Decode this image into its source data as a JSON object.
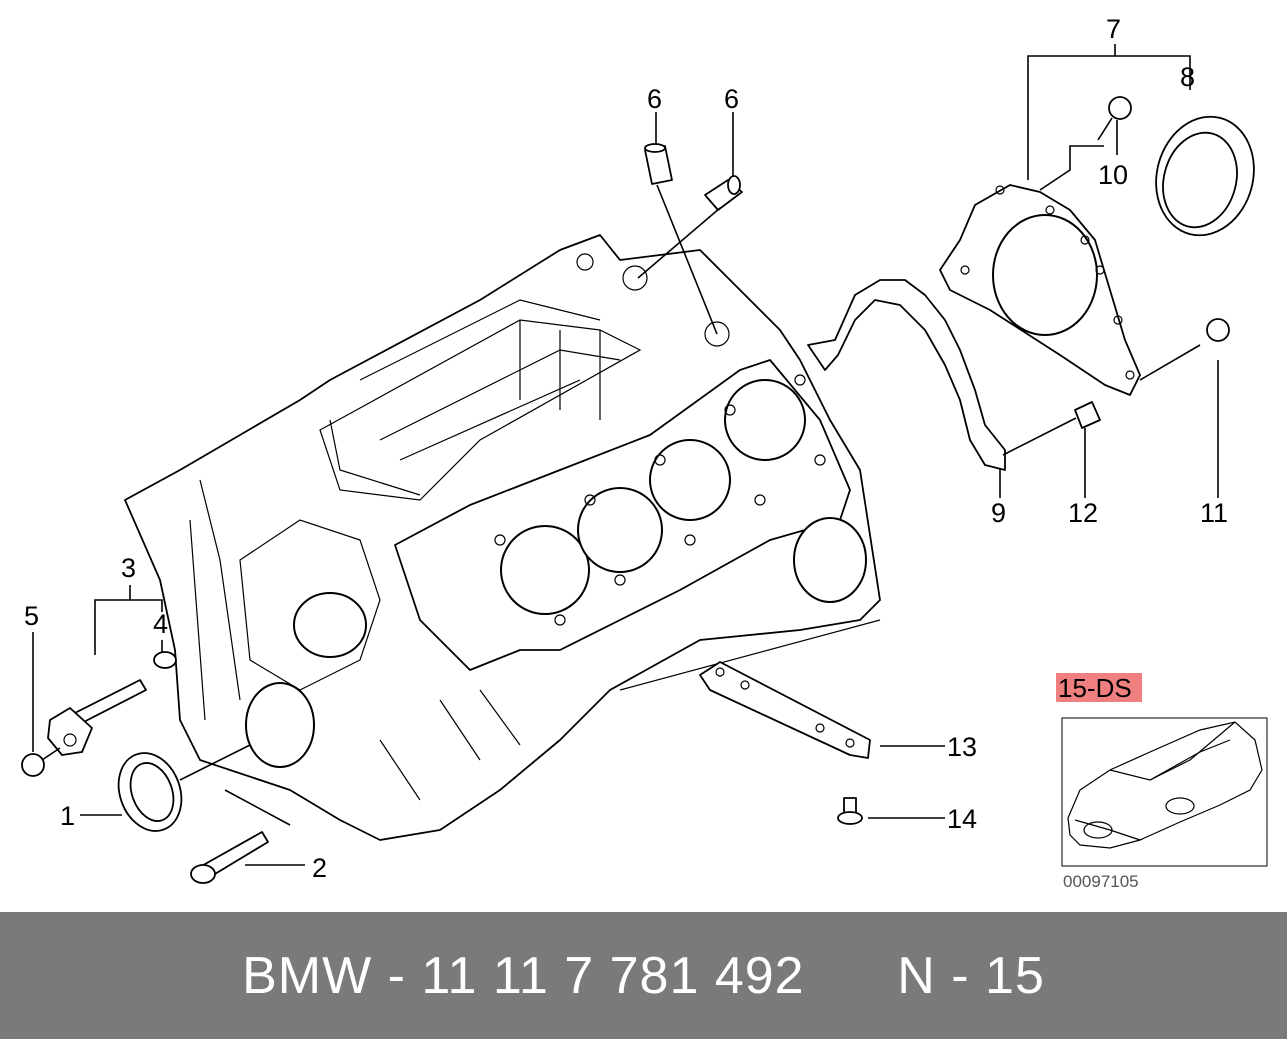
{
  "callouts": {
    "c1": "1",
    "c2": "2",
    "c3": "3",
    "c4": "4",
    "c5": "5",
    "c6a": "6",
    "c6b": "6",
    "c7": "7",
    "c8": "8",
    "c9": "9",
    "c10": "10",
    "c11": "11",
    "c12": "12",
    "c13": "13",
    "c14": "14"
  },
  "badge": {
    "label": "15-DS",
    "color": "#f08080"
  },
  "inset": {
    "code": "00097105"
  },
  "footer": {
    "part_number": "BMW - 11 11 7 781 492",
    "page": "N - 15"
  },
  "colors": {
    "footer_bg": "#7a7a7a",
    "footer_text": "#ffffff"
  }
}
